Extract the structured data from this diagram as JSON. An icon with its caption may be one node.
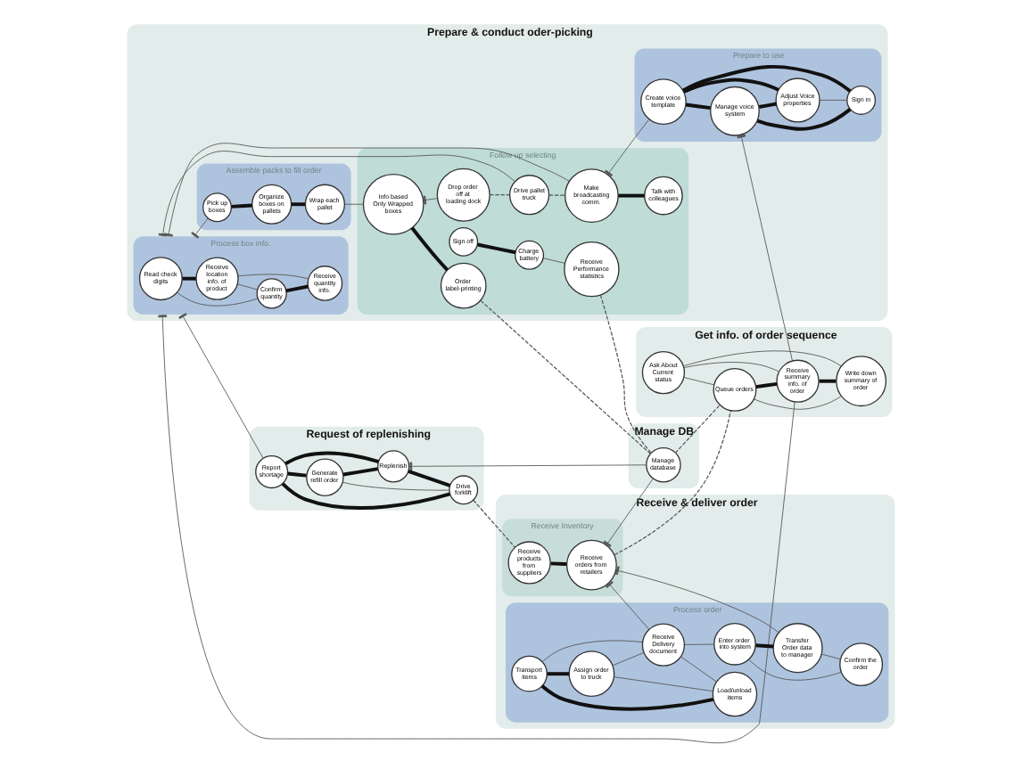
{
  "diagram": {
    "nodes": [
      {
        "text": [
          "Prepare & conduct oder-picking"
        ]
      },
      {
        "text": [
          "Process box info."
        ],
        "in": 0
      },
      {
        "text": [
          "Read check digits"
        ],
        "in": 1
      },
      {
        "text": [
          "Confirm quantity"
        ],
        "in": 1
      },
      {
        "text": [
          "Receive location info. of product"
        ],
        "in": 1
      },
      {
        "text": [
          "Receive quantity info."
        ],
        "in": 1
      },
      {
        "text": [
          "Assemble packs to fill order"
        ],
        "in": 0
      },
      {
        "text": [
          "Pick up boxes"
        ],
        "in": 6
      },
      {
        "text": [
          "Organize boxes on pallets"
        ],
        "in": 6
      },
      {
        "text": [
          "Wrap each pallet"
        ],
        "in": 6
      },
      {
        "text": [
          "Follow up selecting"
        ],
        "in": 0
      },
      {
        "text": [
          "Info based Only Wrapped boxes"
        ],
        "in": 10
      },
      {
        "text": [
          "Order label-printing"
        ],
        "in": 10
      },
      {
        "text": [
          "Drop order off at loading dock"
        ],
        "in": 10
      },
      {
        "text": [
          "Sign off"
        ],
        "in": 10
      },
      {
        "text": [
          "Charge battery"
        ],
        "in": 10
      },
      {
        "text": [
          "Drive pallet truck"
        ],
        "in": 10
      },
      {
        "text": [
          "Receive Performance statistics"
        ],
        "in": 10
      },
      {
        "text": [
          "Make broadcasting comm."
        ],
        "in": 10
      },
      {
        "text": [
          "Talk with colleagues"
        ],
        "in": 10
      },
      {
        "text": [
          "Prepare to use"
        ],
        "in": 0
      },
      {
        "text": [
          "Create voice template"
        ],
        "in": 20
      },
      {
        "text": [
          "Manage voice system"
        ],
        "in": 20
      },
      {
        "text": [
          "Adjust Voice properties"
        ],
        "in": 20
      },
      {
        "text": [
          "Sign in"
        ],
        "in": 20
      },
      {
        "text": [
          "Manage DB"
        ]
      },
      {
        "text": [
          "Manage database"
        ],
        "in": 25
      },
      {
        "text": [
          "Request of replenishing"
        ]
      },
      {
        "text": [
          "Report shortage"
        ],
        "in": 27
      },
      {
        "text": [
          "Generate refill order"
        ],
        "in": 27
      },
      {
        "text": [
          "Replenish"
        ],
        "in": 27
      },
      {
        "text": [
          "Drive forklift"
        ],
        "in": 27
      },
      {
        "text": [
          "Get info. of order sequence"
        ]
      },
      {
        "text": [
          "Ask About Current status"
        ],
        "in": 32
      },
      {
        "text": [
          "Queue orders"
        ],
        "in": 32
      },
      {
        "text": [
          "Receive summary info. of order"
        ],
        "in": 32
      },
      {
        "text": [
          "Write down summary of order"
        ],
        "in": 32
      },
      {
        "text": [
          "Receive & deliver order"
        ]
      },
      {
        "text": [
          "Receive Inventory"
        ],
        "in": 37
      },
      {
        "text": [
          "Receive products from suppliers"
        ],
        "in": 38
      },
      {
        "text": [
          "Receive orders from retailers"
        ],
        "in": 38
      },
      {
        "text": [
          "Process order"
        ],
        "in": 37
      },
      {
        "text": [
          "Transport items"
        ],
        "in": 41
      },
      {
        "text": [
          "Assign order to truck"
        ],
        "in": 41
      },
      {
        "text": [
          "Receive Delivery document"
        ],
        "in": 41
      },
      {
        "text": [
          "Load/unload items"
        ],
        "in": 41
      },
      {
        "text": [
          "Enter order into system"
        ],
        "in": 41
      },
      {
        "text": [
          "Transfer Order data to manager"
        ],
        "in": 41
      },
      {
        "text": [
          "Confirm the order"
        ],
        "in": 41
      }
    ],
    "edges": [
      {
        "from": 2,
        "to": 3,
        "arrow": "none"
      },
      {
        "from": 2,
        "to": 4,
        "arrow": "none",
        "style": "thick"
      },
      {
        "from": 3,
        "to": 5,
        "arrow": "none",
        "style": "thick"
      },
      {
        "from": 4,
        "to": 3,
        "arrow": "none"
      },
      {
        "from": 4,
        "to": 5,
        "arrow": "none"
      },
      {
        "from": 7,
        "to": 8,
        "arrow": "none",
        "style": "thick"
      },
      {
        "from": 8,
        "to": 9,
        "arrow": "none",
        "style": "thick"
      },
      {
        "from": 9,
        "to": 11,
        "arrow": "none"
      },
      {
        "from": 11,
        "to": 12,
        "arrow": "none",
        "style": "thick"
      },
      {
        "from": 11,
        "to": 13,
        "arrow": "other"
      },
      {
        "from": 13,
        "to": 16,
        "arrow": "none",
        "style": "dashed"
      },
      {
        "from": 14,
        "to": 15,
        "arrow": "none",
        "style": "thick"
      },
      {
        "from": 15,
        "to": 17,
        "arrow": "none"
      },
      {
        "from": 16,
        "to": 18,
        "arrow": "none",
        "style": "dashed"
      },
      {
        "from": 18,
        "to": 19,
        "arrow": "none",
        "style": "thick"
      },
      {
        "from": 18,
        "to": 21,
        "arrow": "other"
      },
      {
        "from": 21,
        "to": 22,
        "arrow": "none",
        "style": "thick"
      },
      {
        "from": 21,
        "to": 23,
        "arrow": "none",
        "style": "thick"
      },
      {
        "from": 22,
        "to": 24,
        "arrow": "none",
        "style": "thick"
      },
      {
        "from": 21,
        "to": 24,
        "arrow": "none",
        "style": "thick"
      },
      {
        "from": 22,
        "to": 23,
        "arrow": "none",
        "style": "thick"
      },
      {
        "from": 23,
        "to": 24,
        "arrow": "none"
      },
      {
        "from": 28,
        "to": 29,
        "arrow": "none",
        "style": "thick"
      },
      {
        "from": 28,
        "to": 30,
        "arrow": "none",
        "style": "thick"
      },
      {
        "from": 29,
        "to": 31,
        "arrow": "none"
      },
      {
        "from": 30,
        "to": 31,
        "arrow": "none",
        "style": "thick"
      },
      {
        "from": 28,
        "to": 31,
        "arrow": "none",
        "style": "thick"
      },
      {
        "from": 29,
        "to": 30,
        "arrow": "none",
        "style": "thick"
      },
      {
        "from": 33,
        "to": 34,
        "arrow": "none"
      },
      {
        "from": 33,
        "to": 35,
        "arrow": "none"
      },
      {
        "from": 34,
        "to": 35,
        "arrow": "none",
        "style": "thick"
      },
      {
        "from": 34,
        "to": 36,
        "arrow": "none"
      },
      {
        "from": 35,
        "to": 36,
        "arrow": "none",
        "style": "thick"
      },
      {
        "from": 33,
        "to": 36,
        "arrow": "none"
      },
      {
        "from": 39,
        "to": 40,
        "arrow": "none",
        "style": "thick"
      },
      {
        "from": 42,
        "to": 43,
        "arrow": "none",
        "style": "thick"
      },
      {
        "from": 42,
        "to": 45,
        "arrow": "none",
        "style": "thick"
      },
      {
        "from": 42,
        "to": 44,
        "arrow": "none"
      },
      {
        "from": 43,
        "to": 45,
        "arrow": "none"
      },
      {
        "from": 44,
        "to": 45,
        "arrow": "none"
      },
      {
        "from": 43,
        "to": 44,
        "arrow": "none"
      },
      {
        "from": 44,
        "to": 46,
        "arrow": "none"
      },
      {
        "from": 46,
        "to": 47,
        "arrow": "none",
        "style": "thick"
      },
      {
        "from": 46,
        "to": 48,
        "arrow": "none"
      },
      {
        "from": 47,
        "to": 48,
        "arrow": "none"
      },
      {
        "from": 1,
        "to": 28,
        "arrow": "other"
      },
      {
        "from": 1,
        "to": 7,
        "arrow": "other"
      },
      {
        "from": 1,
        "to": 16,
        "arrow": "other"
      },
      {
        "from": 1,
        "to": 18,
        "arrow": "other"
      },
      {
        "from": 1,
        "to": 35,
        "arrow": "other"
      },
      {
        "from": 12,
        "to": 26,
        "arrow": "none",
        "style": "dashed"
      },
      {
        "from": 17,
        "to": 26,
        "arrow": "none",
        "style": "dashed"
      },
      {
        "from": 30,
        "to": 26,
        "arrow": "other"
      },
      {
        "from": 40,
        "to": 26,
        "arrow": "other"
      },
      {
        "from": 26,
        "to": 34,
        "arrow": "none",
        "style": "dashed"
      },
      {
        "from": 40,
        "to": 34,
        "arrow": "none",
        "style": "dashed"
      },
      {
        "from": 31,
        "to": 39,
        "arrow": "none",
        "style": "dashed"
      },
      {
        "from": 22,
        "to": 35,
        "arrow": "other"
      },
      {
        "from": 40,
        "to": 44,
        "arrow": "other"
      },
      {
        "from": 40,
        "to": 47,
        "arrow": "other"
      }
    ]
  }
}
